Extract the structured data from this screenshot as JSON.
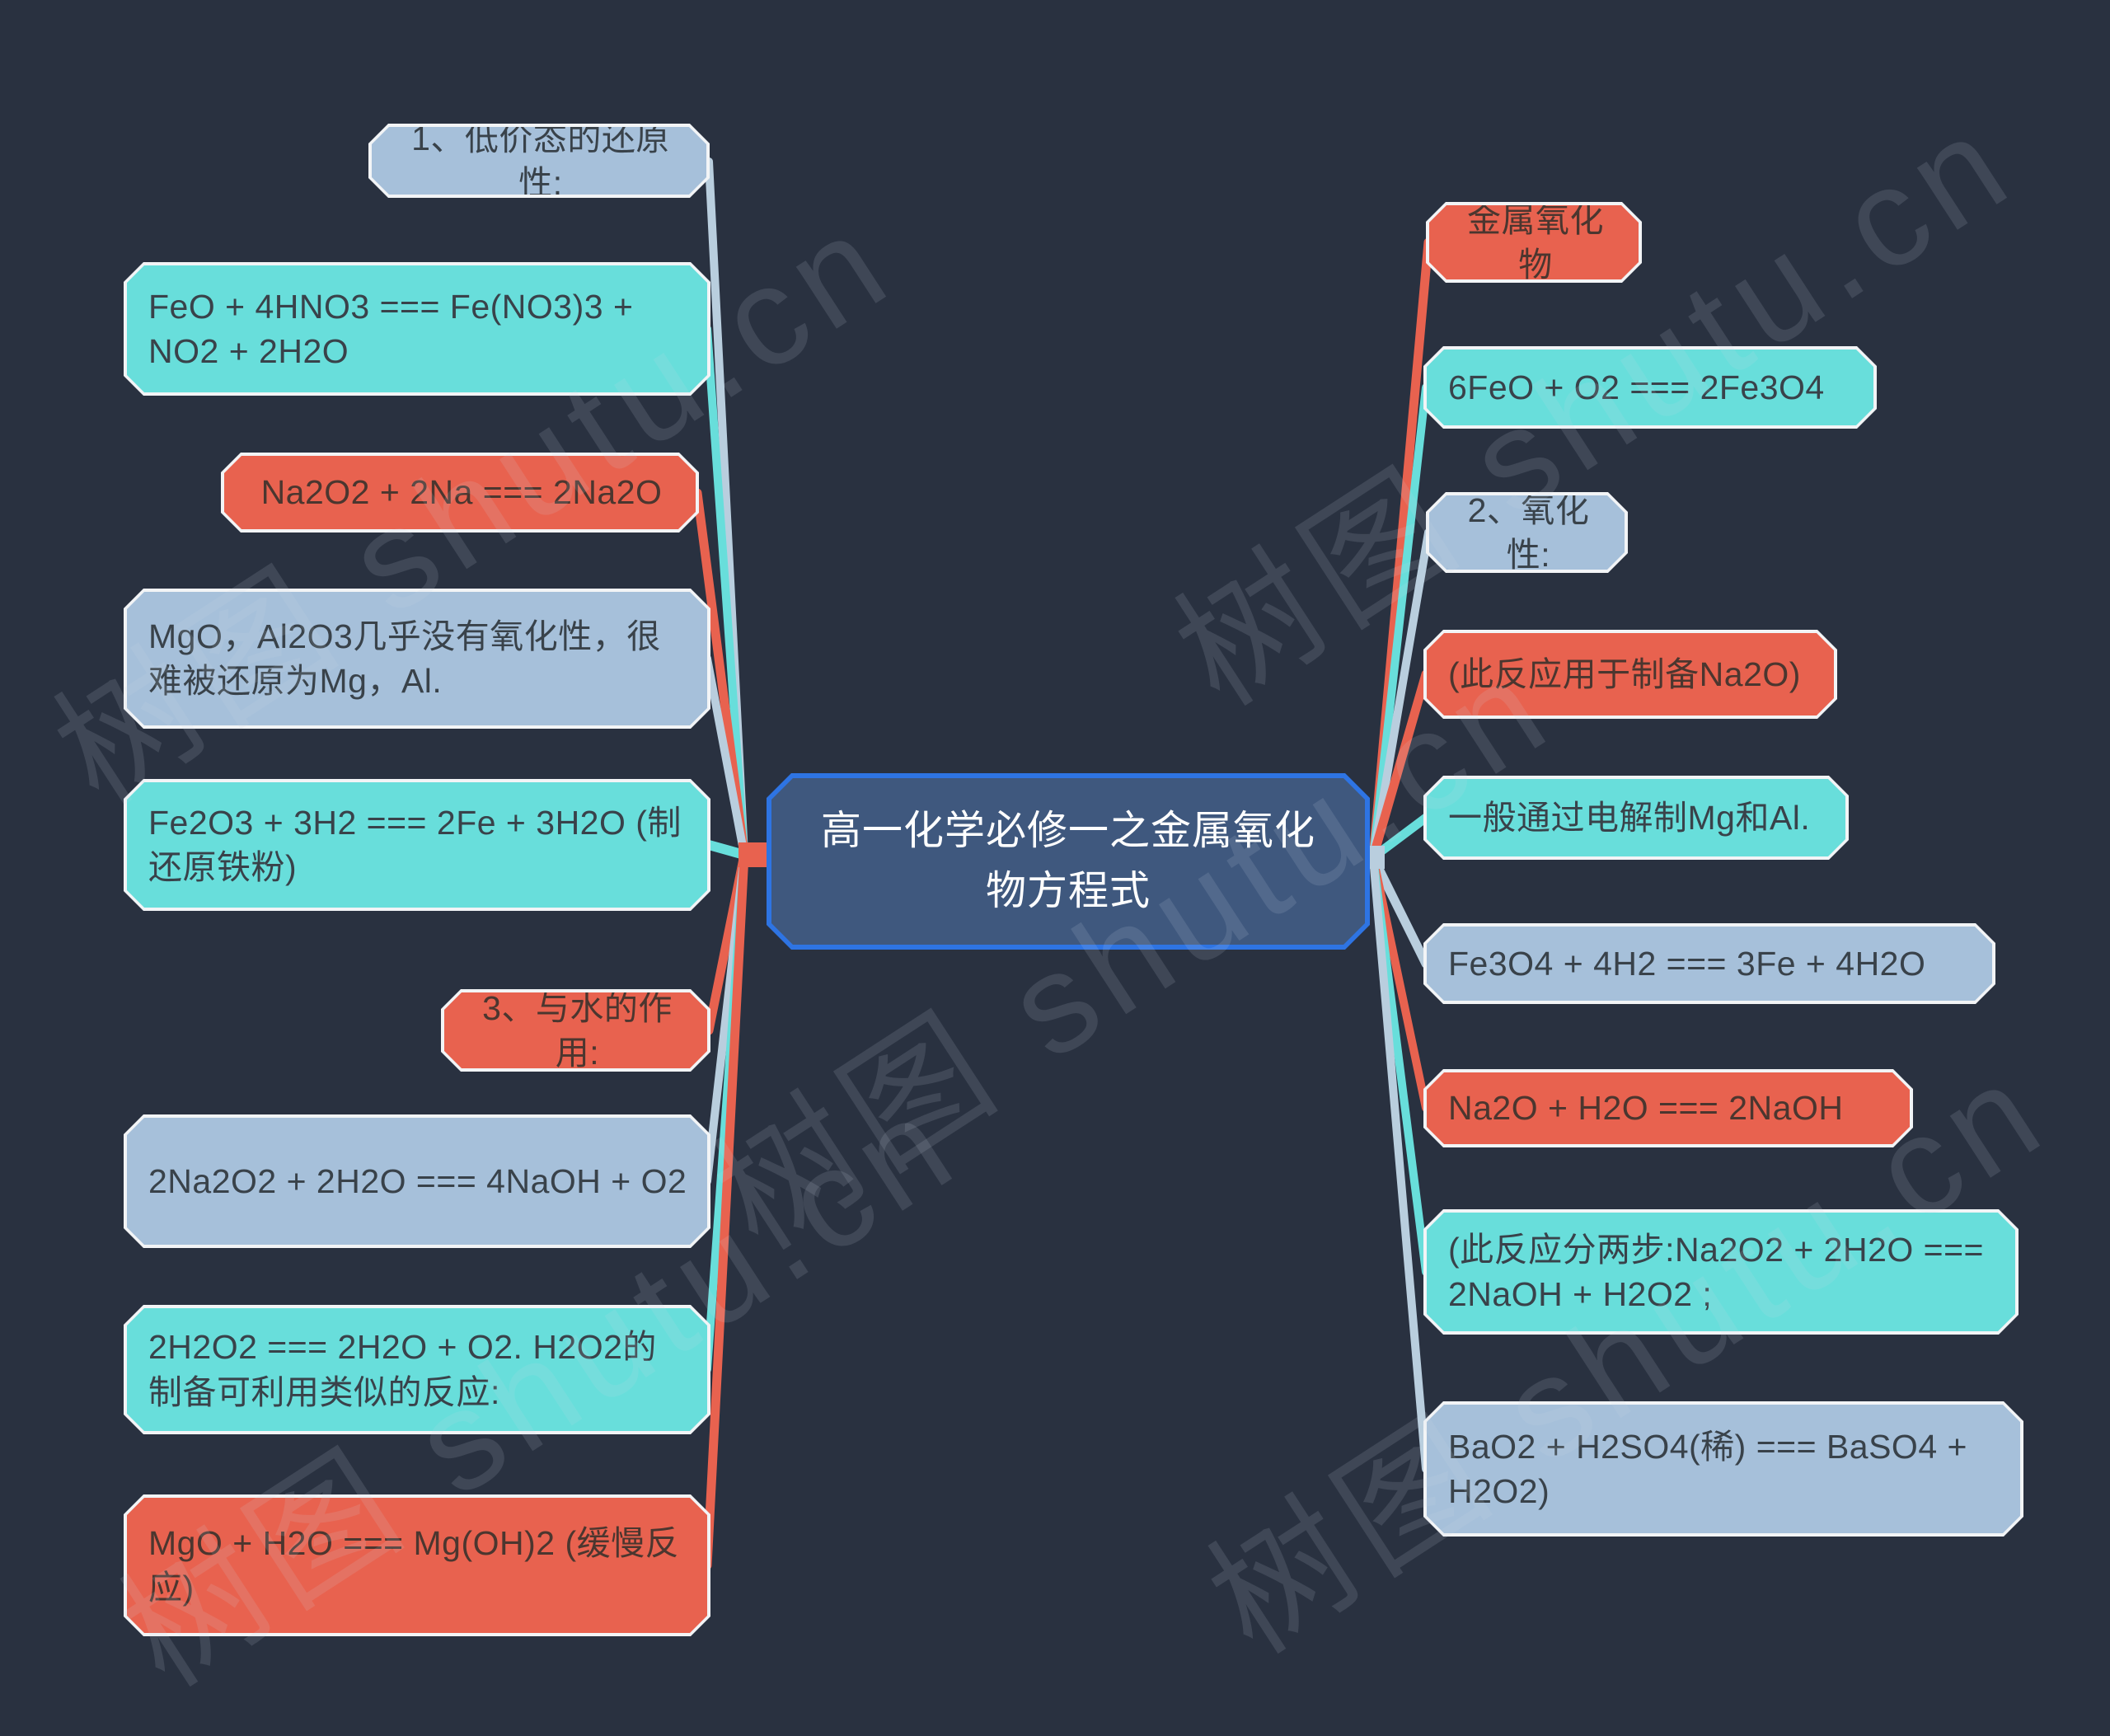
{
  "title": "高一化学必修一之金属氧化物方程式",
  "watermark": {
    "text": "树图 shutu.cn"
  },
  "colors": {
    "background": "#293140",
    "cyan": "#68dedb",
    "orange": "#e8624f",
    "bluegray": "#a6c0da",
    "center_fill": "#3f587e",
    "center_border": "#2e74e3",
    "node_border": "#f2f4f6",
    "text_dark": "#39424a",
    "text_warm": "#4b362f",
    "center_text": "#ffffff",
    "watermark": "#cfdbe8"
  },
  "nodes": {
    "center": {
      "text": "高一化学必修一之金属氧化物方程式"
    },
    "left": [
      {
        "text": "1、低价态的还原性:",
        "color": "bluegray"
      },
      {
        "text": "FeO + 4HNO3 === Fe(NO3)3 + NO2 + 2H2O",
        "color": "cyan"
      },
      {
        "text": "Na2O2 + 2Na === 2Na2O",
        "color": "orange"
      },
      {
        "text": "MgO，Al2O3几乎没有氧化性，很难被还原为Mg，Al.",
        "color": "bluegray"
      },
      {
        "text": "Fe2O3 + 3H2 === 2Fe + 3H2O (制还原铁粉)",
        "color": "cyan"
      },
      {
        "text": "3、与水的作用:",
        "color": "orange"
      },
      {
        "text": "2Na2O2 + 2H2O === 4NaOH + O2",
        "color": "bluegray"
      },
      {
        "text": "2H2O2 === 2H2O + O2. H2O2的制备可利用类似的反应:",
        "color": "cyan"
      },
      {
        "text": "MgO + H2O === Mg(OH)2 (缓慢反应)",
        "color": "orange"
      }
    ],
    "right": [
      {
        "text": "金属氧化物",
        "color": "orange"
      },
      {
        "text": "6FeO + O2 === 2Fe3O4",
        "color": "cyan"
      },
      {
        "text": "2、氧化性:",
        "color": "bluegray"
      },
      {
        "text": "(此反应用于制备Na2O)",
        "color": "orange"
      },
      {
        "text": "一般通过电解制Mg和Al.",
        "color": "cyan"
      },
      {
        "text": "Fe3O4 + 4H2 === 3Fe + 4H2O",
        "color": "bluegray"
      },
      {
        "text": "Na2O + H2O === 2NaOH",
        "color": "orange"
      },
      {
        "text": "(此反应分两步:Na2O2 + 2H2O === 2NaOH + H2O2 ;",
        "color": "cyan"
      },
      {
        "text": "BaO2 + H2SO4(稀) === BaSO4 + H2O2)",
        "color": "bluegray"
      }
    ]
  }
}
